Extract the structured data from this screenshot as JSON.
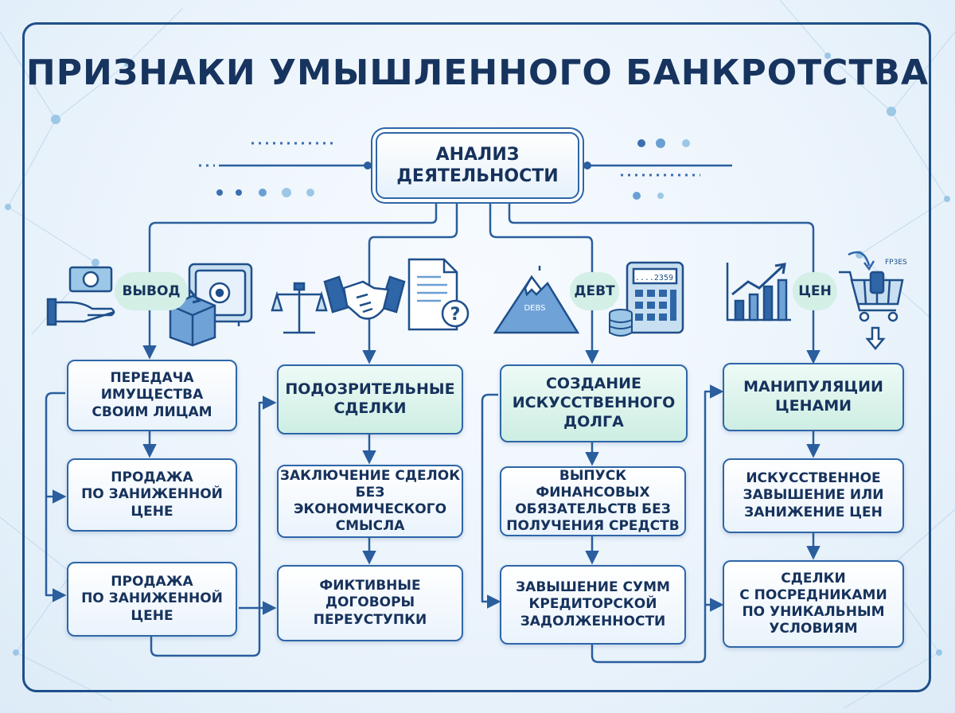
{
  "title": "ПРИЗНАКИ УМЫШЛЕННОГО БАНКРОТСТВА",
  "center": "АНАЛИЗ\nДЕЯТЕЛЬНОСТИ",
  "columns": [
    {
      "tag": "ВЫВОД",
      "icons": [
        "money-in-hand-icon",
        "safe-icon",
        "box-icon"
      ],
      "head": "ПЕРЕДАЧА\nИМУЩЕСТВА\nСВОИМ ЛИЦАМ",
      "items": [
        "ПРОДАЖА\nПО ЗАНИЖЕННОЙ\nЦЕНЕ",
        "ПРОДАЖА\nПО ЗАНИЖЕННОЙ\nЦЕНЕ"
      ]
    },
    {
      "tag": "",
      "icons": [
        "scales-icon",
        "handshake-icon",
        "document-question-icon"
      ],
      "head": "ПОДОЗРИТЕЛЬНЫЕ\nСДЕЛКИ",
      "items": [
        "ЗАКЛЮЧЕНИЕ СДЕЛОК\nБЕЗ ЭКОНОМИЧЕСКОГО\nСМЫСЛА",
        "ФИКТИВНЫЕ\nДОГОВОРЫ\nПЕРЕУСТУПКИ"
      ]
    },
    {
      "tag": "ДЕВТ",
      "icons": [
        "debt-mountain-icon",
        "calculator-icon",
        "coin-stack-icon"
      ],
      "mountain_label": "DEBS",
      "calculator_display": "....2359",
      "head": "СОЗДАНИЕ\nИСКУССТВЕННОГО\nДОЛГА",
      "items": [
        "ВЫПУСК ФИНАНСОВЫХ\nОБЯЗАТЕЛЬСТВ БЕЗ\nПОЛУЧЕНИЯ СРЕДСТВ",
        "ЗАВЫШЕНИЕ СУММ\nКРЕДИТОРСКОЙ\nЗАДОЛЖЕННОСТИ"
      ]
    },
    {
      "tag": "ЦЕН",
      "icons": [
        "growth-chart-icon",
        "shopping-cart-icon",
        "down-arrow-icon"
      ],
      "cart_label": "FP3ES",
      "head": "МАНИПУЛЯЦИИ\nЦЕНАМИ",
      "items": [
        "ИСКУССТВЕННОЕ\nЗАВЫШЕНИЕ ИЛИ\nЗАНИЖЕНИЕ ЦЕН",
        "СДЕЛКИ\nС ПОСРЕДНИКАМИ\nПО УНИКАЛЬНЫМ\nУСЛОВИЯМ"
      ]
    }
  ],
  "colors": {
    "line": "#2a5e9e",
    "title": "#17345f",
    "head_fill": "#d4efe6",
    "accent_light": "#9cc7e6"
  }
}
